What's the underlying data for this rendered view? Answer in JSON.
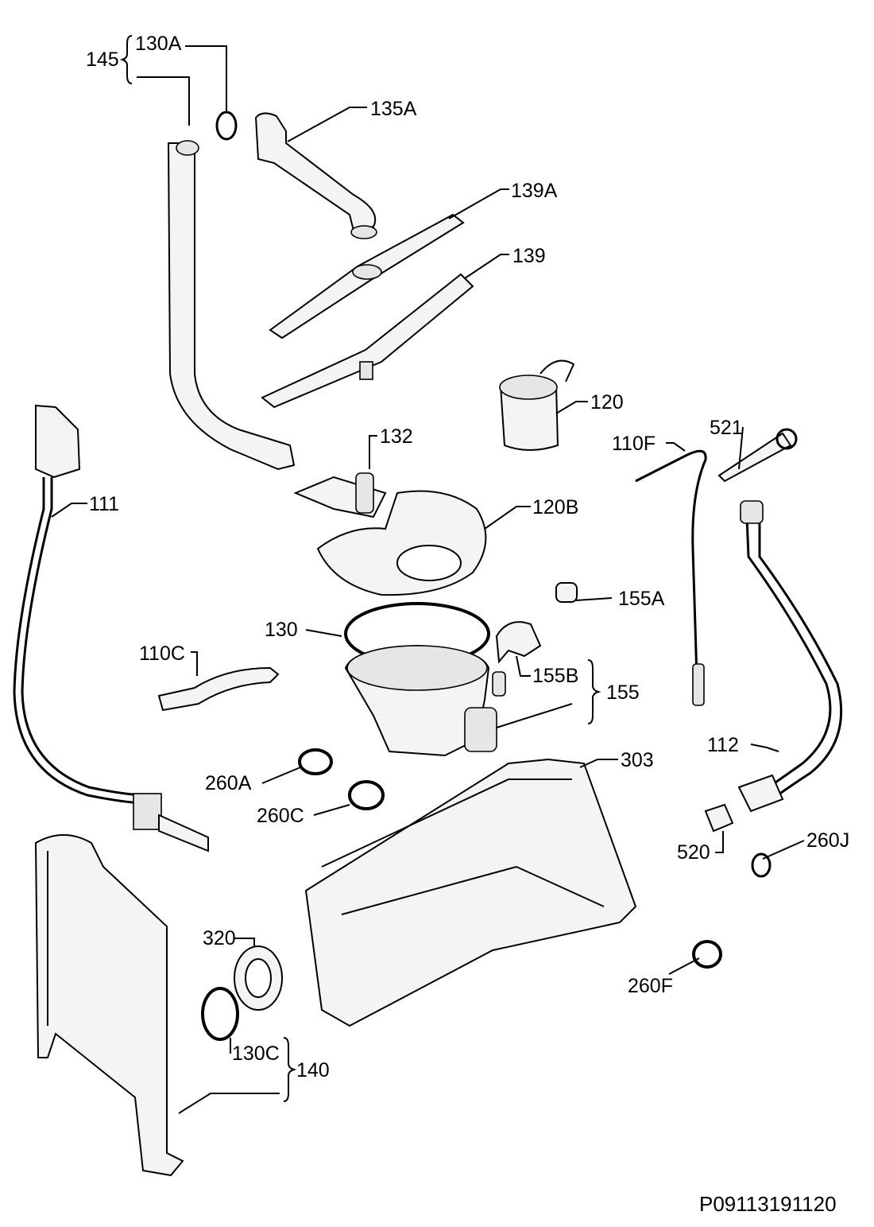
{
  "diagram": {
    "reference": "P09113191120",
    "labels": {
      "l145": "145",
      "l130a": "130A",
      "l135a": "135A",
      "l139a": "139A",
      "l139": "139",
      "l120": "120",
      "l132": "132",
      "l111": "111",
      "l110f": "110F",
      "l521": "521",
      "l120b": "120B",
      "l155a": "155A",
      "l130": "130",
      "l110c": "110C",
      "l155b": "155B",
      "l155": "155",
      "l303": "303",
      "l112": "112",
      "l260a": "260A",
      "l260c": "260C",
      "l520": "520",
      "l260j": "260J",
      "l320": "320",
      "l260f": "260F",
      "l130c": "130C",
      "l140": "140"
    }
  }
}
